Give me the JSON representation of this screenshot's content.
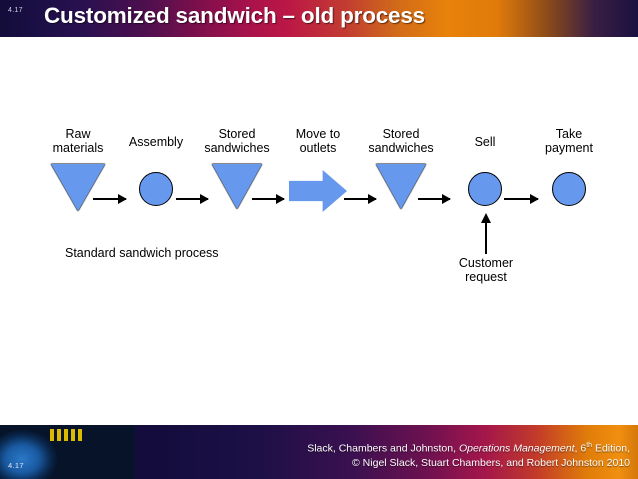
{
  "header": {
    "slide_number": "4.17",
    "title": "Customized sandwich – old process"
  },
  "diagram": {
    "nodes": [
      {
        "label_line1": "Raw",
        "label_line2": "materials",
        "shape": "triangle-down"
      },
      {
        "label_line1": "Assembly",
        "label_line2": "",
        "shape": "circle"
      },
      {
        "label_line1": "Stored",
        "label_line2": "sandwiches",
        "shape": "triangle-down"
      },
      {
        "label_line1": "Move to",
        "label_line2": "outlets",
        "shape": "block-arrow-right"
      },
      {
        "label_line1": "Stored",
        "label_line2": "sandwiches",
        "shape": "triangle-down"
      },
      {
        "label_line1": "Sell",
        "label_line2": "",
        "shape": "circle"
      },
      {
        "label_line1": "Take",
        "label_line2": "payment",
        "shape": "circle"
      }
    ],
    "process_caption": "Standard sandwich process",
    "input_label_line1": "Customer",
    "input_label_line2": "request",
    "shape_fill": "#6699ee",
    "shape_stroke": "#000000"
  },
  "footer": {
    "slide_number": "4.17",
    "line1_pre": "Slack, Chambers and Johnston, ",
    "line1_italic": "Operations Management",
    "line1_post_sup": "th",
    "line1_post": " Edition,",
    "line1_edition_num": ", 6",
    "line2": "© Nigel Slack, Stuart Chambers, and Robert Johnston 2010"
  }
}
